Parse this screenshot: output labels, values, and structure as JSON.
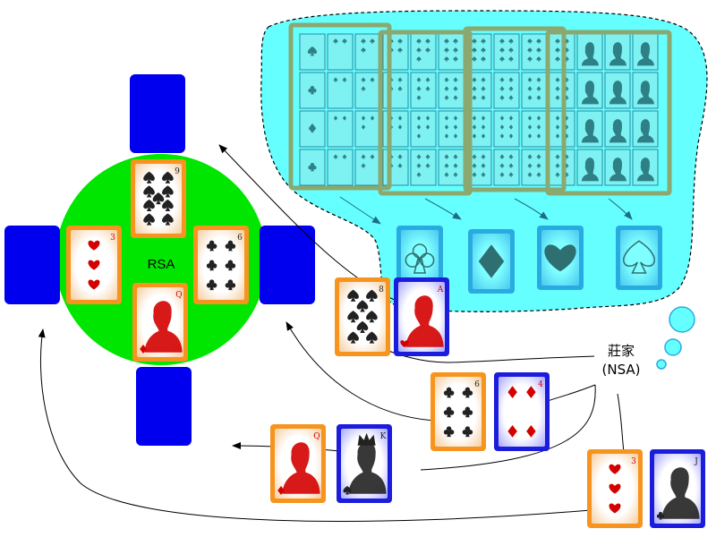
{
  "colors": {
    "table": "#00e600",
    "seat": "#0000ee",
    "cloud": "#66ffff",
    "cloud_border": "#000000",
    "orange_frame": "#f7941d",
    "blue_frame": "#1c1cdc",
    "sky_frame": "#29abe2",
    "red_suit": "#d40000",
    "black_suit": "#222222",
    "grid_highlight": "#8aa870",
    "arrow": "#000000",
    "thought_bubble": "#66ffff"
  },
  "table": {
    "label": "RSA"
  },
  "dealer": {
    "line1": "莊家",
    "line2": "(NSA)"
  },
  "suit_slots": [
    {
      "suit": "clubs",
      "icon": "club-icon"
    },
    {
      "suit": "diamonds",
      "icon": "diamond-icon"
    },
    {
      "suit": "hearts",
      "icon": "heart-icon"
    },
    {
      "suit": "spades",
      "icon": "spade-icon"
    }
  ],
  "deck_grid": {
    "rows": [
      "spades",
      "clubs",
      "diamonds",
      "clubs"
    ],
    "columns": 13
  },
  "table_cards": [
    {
      "id": "north",
      "rank": "9",
      "suit": "spades",
      "count": 9,
      "frame": "orange"
    },
    {
      "id": "west",
      "rank": "3",
      "suit": "hearts",
      "count": 3,
      "frame": "orange"
    },
    {
      "id": "east",
      "rank": "6",
      "suit": "clubs",
      "count": 6,
      "frame": "orange"
    },
    {
      "id": "south",
      "rank": "Q",
      "suit": "diamonds",
      "face": true,
      "frame": "orange"
    }
  ],
  "hands": [
    {
      "id": "hand-1",
      "cards": [
        {
          "rank": "8",
          "suit": "spades",
          "count": 8,
          "frame": "orange"
        },
        {
          "rank": "A",
          "suit": "hearts",
          "face": true,
          "frame": "blue"
        }
      ]
    },
    {
      "id": "hand-2",
      "cards": [
        {
          "rank": "6",
          "suit": "clubs",
          "count": 6,
          "frame": "orange"
        },
        {
          "rank": "4",
          "suit": "diamonds",
          "count": 4,
          "frame": "blue"
        }
      ]
    },
    {
      "id": "hand-3",
      "cards": [
        {
          "rank": "Q",
          "suit": "diamonds",
          "face": true,
          "frame": "orange"
        },
        {
          "rank": "K",
          "suit": "spades",
          "face": true,
          "frame": "blue"
        }
      ]
    },
    {
      "id": "hand-4",
      "cards": [
        {
          "rank": "3",
          "suit": "hearts",
          "count": 3,
          "frame": "orange"
        },
        {
          "rank": "J",
          "suit": "clubs",
          "face": true,
          "frame": "blue"
        }
      ]
    }
  ]
}
